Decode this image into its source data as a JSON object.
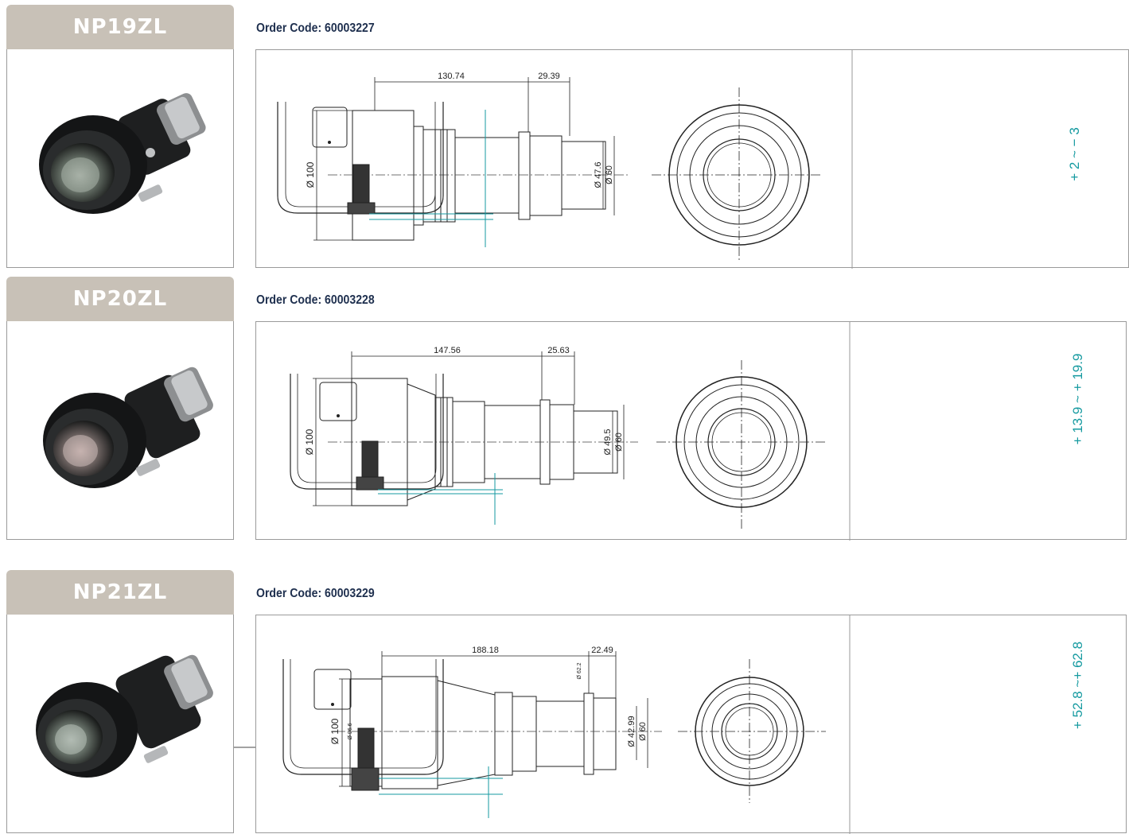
{
  "products": [
    {
      "name": "NP19ZL",
      "order_code": "Order Code: 60003227",
      "dims": {
        "length_a": "130.74",
        "length_b": "29.39",
        "diameter_outer": "Ø 100",
        "diameter_inner_1": "Ø 47.6",
        "diameter_inner_2": "Ø 60"
      },
      "shift_range": "+ 2 ~ − 3"
    },
    {
      "name": "NP20ZL",
      "order_code": "Order Code: 60003228",
      "dims": {
        "length_a": "147.56",
        "length_b": "25.63",
        "diameter_outer": "Ø 100",
        "diameter_inner_1": "Ø 49.5",
        "diameter_inner_2": "Ø 60"
      },
      "shift_range": "+ 13.9 ~ + 19.9"
    },
    {
      "name": "NP21ZL",
      "order_code": "Order Code: 60003229",
      "dims": {
        "length_a": "188.18",
        "length_b": "22.49",
        "diameter_outer": "Ø 100",
        "diameter_inner_1": "Ø 42.99",
        "diameter_inner_2": "Ø 60",
        "diameter_small_1": "Ø 96.6",
        "diameter_small_2": "Ø 62.2"
      },
      "shift_range": "+ 52.8 ~+ 62.8"
    }
  ],
  "colors": {
    "tab_bg": "#c8c1b7",
    "tab_text": "#ffffff",
    "order_code_text": "#1e2f4e",
    "dimension_accent": "#159aa0",
    "border": "#9a9a9a"
  },
  "icons": [
    "lens-photo-icon",
    "lens-side-view-drawing",
    "lens-front-view-drawing",
    "projector-mount-drawing"
  ]
}
